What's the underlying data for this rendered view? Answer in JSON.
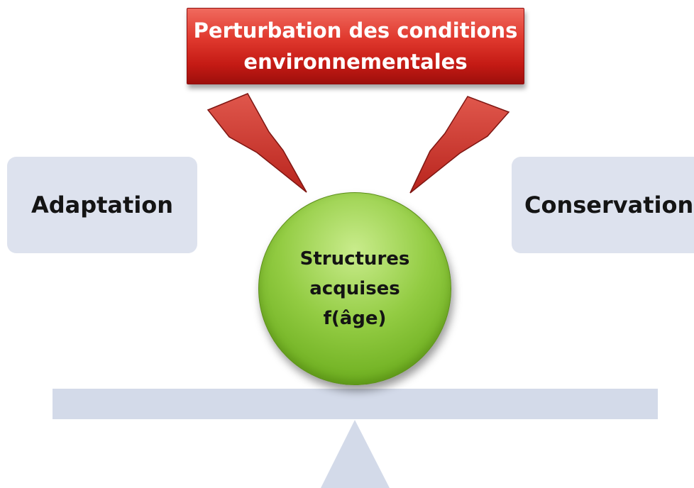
{
  "diagram": {
    "banner": {
      "line1": "Perturbation des conditions",
      "line2": "environnementales",
      "color": "#d42a22"
    },
    "left_box": {
      "label": "Adaptation",
      "color": "#dde2ee"
    },
    "right_box": {
      "label": "Conservation",
      "color": "#dde2ee"
    },
    "center_circle": {
      "line1": "Structures",
      "line2": "acquises",
      "line3": "f(âge)",
      "color": "#8cc63f"
    },
    "balance_color": "#d3dae9",
    "bolt_color": "#c0332a"
  }
}
